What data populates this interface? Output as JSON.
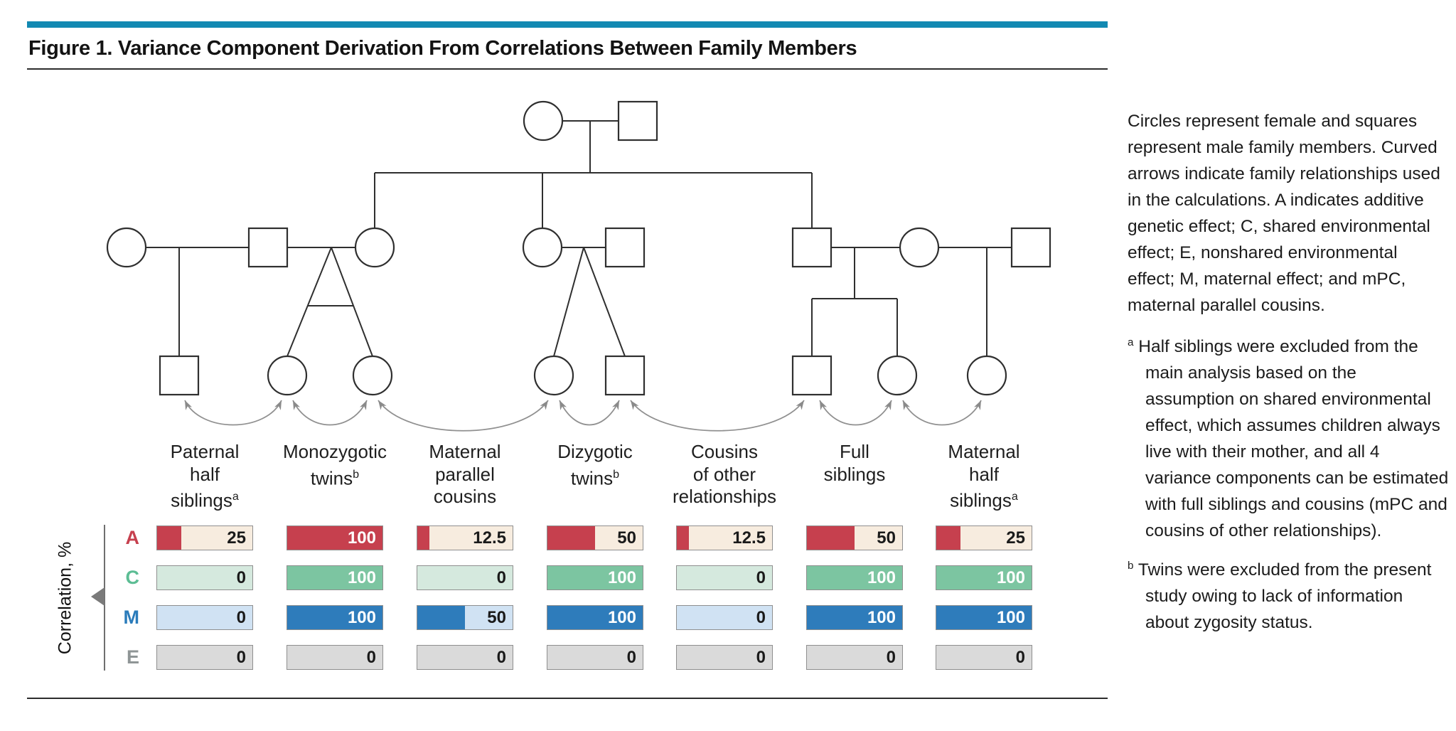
{
  "accent_color": "#1289b2",
  "title": "Figure 1. Variance Component Derivation From Correlations Between Family Members",
  "pedigree": {
    "circle_means": "female family member",
    "square_means": "male family member",
    "curved_arrows_mean": "family relationships used in the calculations"
  },
  "axis_label": "Correlation, %",
  "rows": [
    {
      "key": "A",
      "letter_color": "#c6404e",
      "fill_color": "#c6404e",
      "bg_color": "#f7ecdf"
    },
    {
      "key": "C",
      "letter_color": "#5cbd94",
      "fill_color": "#7cc5a1",
      "bg_color": "#d5e9de"
    },
    {
      "key": "M",
      "letter_color": "#2b7cbb",
      "fill_color": "#2e7cbb",
      "bg_color": "#d0e2f3"
    },
    {
      "key": "E",
      "letter_color": "#8f9596",
      "fill_color": "#bfbfbf",
      "bg_color": "#dadada"
    }
  ],
  "groups": [
    {
      "id": "paternal-half-siblings",
      "label_lines": [
        "Paternal",
        "half",
        "siblings"
      ],
      "superscript": "a",
      "values": {
        "A": "25",
        "C": "0",
        "M": "0",
        "E": "0"
      }
    },
    {
      "id": "monozygotic-twins",
      "label_lines": [
        "Monozygotic",
        "twins"
      ],
      "superscript": "b",
      "values": {
        "A": "100",
        "C": "100",
        "M": "100",
        "E": "0"
      }
    },
    {
      "id": "maternal-parallel-cousins",
      "label_lines": [
        "Maternal",
        "parallel",
        "cousins"
      ],
      "superscript": "",
      "values": {
        "A": "12.5",
        "C": "0",
        "M": "50",
        "E": "0"
      }
    },
    {
      "id": "dizygotic-twins",
      "label_lines": [
        "Dizygotic",
        "twins"
      ],
      "superscript": "b",
      "values": {
        "A": "50",
        "C": "100",
        "M": "100",
        "E": "0"
      }
    },
    {
      "id": "cousins-of-other-relationships",
      "label_lines": [
        "Cousins",
        "of other",
        "relationships"
      ],
      "superscript": "",
      "values": {
        "A": "12.5",
        "C": "0",
        "M": "0",
        "E": "0"
      }
    },
    {
      "id": "full-siblings",
      "label_lines": [
        "Full",
        "siblings"
      ],
      "superscript": "",
      "values": {
        "A": "50",
        "C": "100",
        "M": "100",
        "E": "0"
      }
    },
    {
      "id": "maternal-half-siblings",
      "label_lines": [
        "Maternal",
        "half",
        "siblings"
      ],
      "superscript": "a",
      "values": {
        "A": "25",
        "C": "100",
        "M": "100",
        "E": "0"
      }
    }
  ],
  "caption": {
    "main": "Circles represent female and squares represent male family members. Curved arrows indicate family relationships used in the calculations. A indicates additive genetic effect; C, shared environmental effect; E, nonshared environmental effect; M, maternal effect; and mPC, maternal parallel cousins.",
    "footnote_a_marker": "a",
    "footnote_a": "Half siblings were excluded from the main analysis based on the assumption on shared environmental effect, which assumes children always live with their mother, and all 4 variance components can be estimated with full siblings and cousins (mPC and cousins of other relationships).",
    "footnote_b_marker": "b",
    "footnote_b": "Twins were excluded from the present study owing to lack of information about zygosity status."
  },
  "chart_data": {
    "type": "bar",
    "title": "Correlation, %",
    "categories": [
      "Paternal half siblings",
      "Monozygotic twins",
      "Maternal parallel cousins",
      "Dizygotic twins",
      "Cousins of other relationships",
      "Full siblings",
      "Maternal half siblings"
    ],
    "series": [
      {
        "name": "A (additive genetic effect)",
        "values": [
          25,
          100,
          12.5,
          50,
          12.5,
          50,
          25
        ]
      },
      {
        "name": "C (shared environmental effect)",
        "values": [
          0,
          100,
          0,
          100,
          0,
          100,
          100
        ]
      },
      {
        "name": "M (maternal effect)",
        "values": [
          0,
          100,
          50,
          100,
          0,
          100,
          100
        ]
      },
      {
        "name": "E (nonshared environmental effect)",
        "values": [
          0,
          0,
          0,
          0,
          0,
          0,
          0
        ]
      }
    ],
    "value_range": [
      0,
      100
    ],
    "unit": "%",
    "legend_position": "row labels at left",
    "grid": false
  }
}
